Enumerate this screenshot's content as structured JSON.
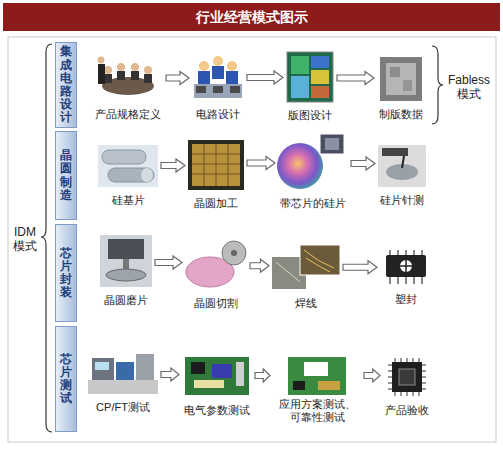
{
  "diagram": {
    "title": "行业经营模式图示",
    "nodes": [
      {
        "text": [
          "集成电路设计"
        ]
      },
      {
        "text": [
          "产品规格定义"
        ]
      },
      {
        "text": [
          "电路设计"
        ]
      },
      {
        "text": [
          "版图设计"
        ]
      },
      {
        "text": [
          "制版数据"
        ]
      },
      {
        "text": [
          "晶圆制造"
        ]
      },
      {
        "text": [
          "硅基片"
        ]
      },
      {
        "text": [
          "晶圆加工"
        ]
      },
      {
        "text": [
          "带芯片的硅片"
        ]
      },
      {
        "text": [
          "硅片针测"
        ]
      },
      {
        "text": [
          "芯片封装"
        ]
      },
      {
        "text": [
          "晶圆磨片"
        ]
      },
      {
        "text": [
          "晶圆切割"
        ]
      },
      {
        "text": [
          "焊线"
        ]
      },
      {
        "text": [
          "塑封"
        ]
      },
      {
        "text": [
          "芯片测试"
        ]
      },
      {
        "text": [
          "CP/FT测试"
        ]
      },
      {
        "text": [
          "电气参数测试"
        ]
      },
      {
        "text": [
          "应用方案测试、 可靠性测试"
        ]
      },
      {
        "text": [
          "产品验收"
        ]
      }
    ],
    "edges": [
      {
        "from": 1,
        "to": 2,
        "arrow": "to"
      },
      {
        "from": 2,
        "to": 3,
        "arrow": "to"
      },
      {
        "from": 3,
        "to": 4,
        "arrow": "to"
      },
      {
        "from": 6,
        "to": 7,
        "arrow": "to"
      },
      {
        "from": 7,
        "to": 8,
        "arrow": "to"
      },
      {
        "from": 8,
        "to": 9,
        "arrow": "to"
      },
      {
        "from": 11,
        "to": 12,
        "arrow": "to"
      },
      {
        "from": 12,
        "to": 13,
        "arrow": "to"
      },
      {
        "from": 13,
        "to": 14,
        "arrow": "to"
      },
      {
        "from": 16,
        "to": 17,
        "arrow": "to"
      },
      {
        "from": 17,
        "to": 18,
        "arrow": "to"
      },
      {
        "from": 18,
        "to": 19,
        "arrow": "to"
      }
    ],
    "labels": [
      "IDM 模式",
      "Fabless 模式"
    ]
  }
}
